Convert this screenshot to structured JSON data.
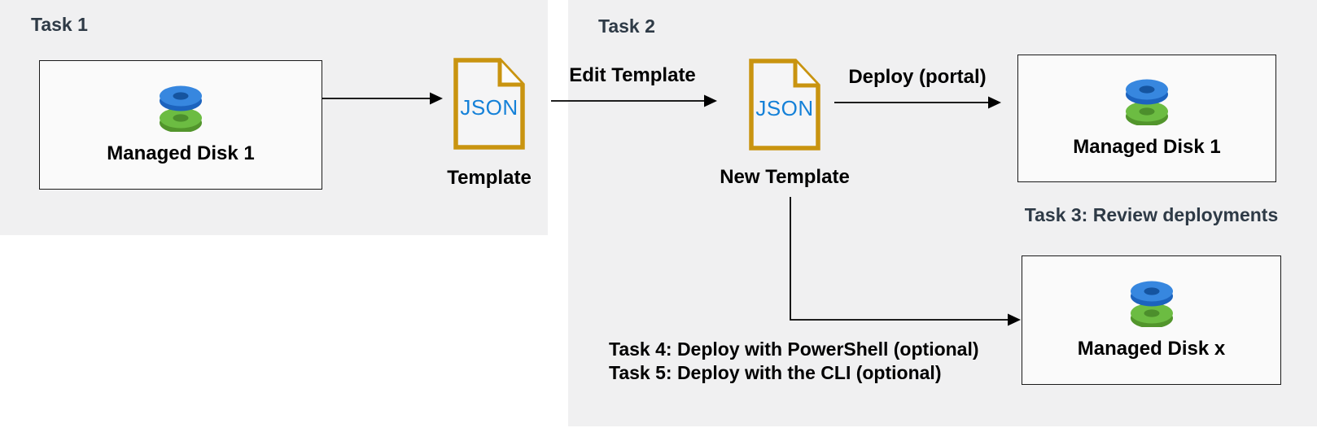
{
  "colors": {
    "panel_bg": "#f0f0f1",
    "box_bg": "#fafafa",
    "box_border": "#1a1a1a",
    "heading_text": "#2e3a46",
    "body_text": "#000000",
    "json_icon_gold": "#c99410",
    "json_text_blue": "#1581d8",
    "disk_blue_top": "#3787df",
    "disk_blue_side": "#1c63be",
    "disk_green_top": "#6cbc42",
    "disk_green_side": "#52952c"
  },
  "task1": {
    "title": "Task 1",
    "source_box": {
      "label": "Managed Disk 1"
    },
    "template": {
      "file_type": "JSON",
      "caption": "Template"
    }
  },
  "task2": {
    "title": "Task 2",
    "edit_arrow_label": "Edit Template",
    "new_template": {
      "file_type": "JSON",
      "caption": "New Template"
    },
    "deploy_arrow_label": "Deploy (portal)",
    "deployed_box": {
      "label": "Managed Disk 1"
    }
  },
  "task3": {
    "title": "Task 3: Review deployments",
    "disk_box": {
      "label": "Managed Disk x"
    }
  },
  "task45": {
    "line1": "Task 4: Deploy with PowerShell (optional)",
    "line2": "Task 5: Deploy with the CLI (optional)"
  }
}
